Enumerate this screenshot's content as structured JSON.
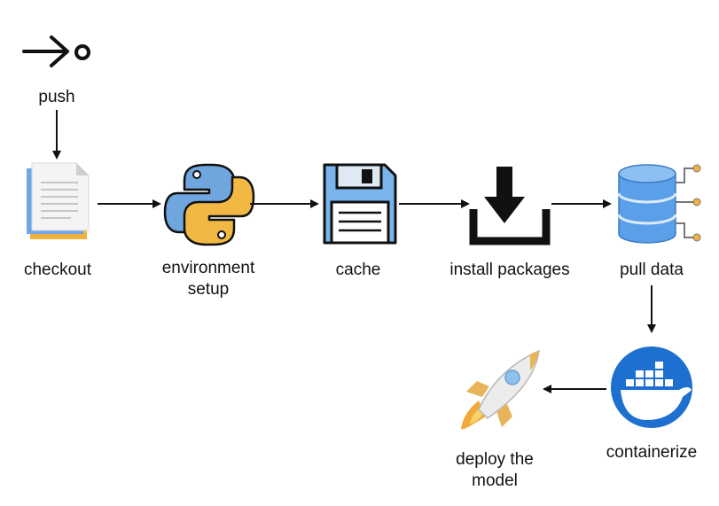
{
  "nodes": {
    "push": {
      "label": "push"
    },
    "checkout": {
      "label": "checkout"
    },
    "environment_setup": {
      "label_line1": "environment",
      "label_line2": "setup"
    },
    "cache": {
      "label": "cache"
    },
    "install_packages": {
      "label": "install packages"
    },
    "pull_data": {
      "label": "pull data"
    },
    "containerize": {
      "label": "containerize"
    },
    "deploy_model": {
      "label_line1": "deploy the",
      "label_line2": "model"
    }
  },
  "icons": {
    "push": "git-commit-push-icon",
    "checkout": "documents-icon",
    "environment_setup": "python-logo-icon",
    "cache": "floppy-disk-icon",
    "install_packages": "download-icon",
    "pull_data": "database-icon",
    "containerize": "docker-whale-icon",
    "deploy_model": "rocket-icon"
  },
  "edges": [
    {
      "from": "push",
      "to": "checkout"
    },
    {
      "from": "checkout",
      "to": "environment_setup"
    },
    {
      "from": "environment_setup",
      "to": "cache"
    },
    {
      "from": "cache",
      "to": "install_packages"
    },
    {
      "from": "install_packages",
      "to": "pull_data"
    },
    {
      "from": "pull_data",
      "to": "containerize"
    },
    {
      "from": "containerize",
      "to": "deploy_model"
    }
  ],
  "colors": {
    "arrow": "#111111",
    "python_blue": "#6fa6de",
    "python_yellow": "#f2b844",
    "floppy_blue": "#7ab4ec",
    "docker_blue": "#1d6fd0",
    "database_blue": "#5a9fe8",
    "doc_orange": "#f2b13e",
    "doc_blue": "#6ea7e8",
    "rocket_gold": "#e8b45a"
  }
}
